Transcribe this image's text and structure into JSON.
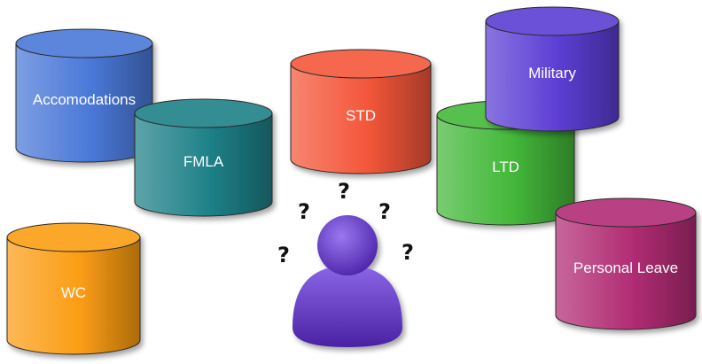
{
  "cylinders": [
    {
      "id": "accomodations",
      "label": "Accomodations",
      "color": "#4a78d8"
    },
    {
      "id": "fmla",
      "label": "FMLA",
      "color": "#1e8088"
    },
    {
      "id": "std",
      "label": "STD",
      "color": "#f4563a"
    },
    {
      "id": "military",
      "label": "Military",
      "color": "#5b3ed4"
    },
    {
      "id": "ltd",
      "label": "LTD",
      "color": "#43b83a"
    },
    {
      "id": "wc",
      "label": "WC",
      "color": "#fb9d14"
    },
    {
      "id": "personal-leave",
      "label": "Personal Leave",
      "color": "#b12c74"
    }
  ],
  "person": {
    "icon": "person-icon",
    "color": "#6a3fc6"
  },
  "question_marks": {
    "icon": "question-mark-icon",
    "glyph": "?"
  }
}
